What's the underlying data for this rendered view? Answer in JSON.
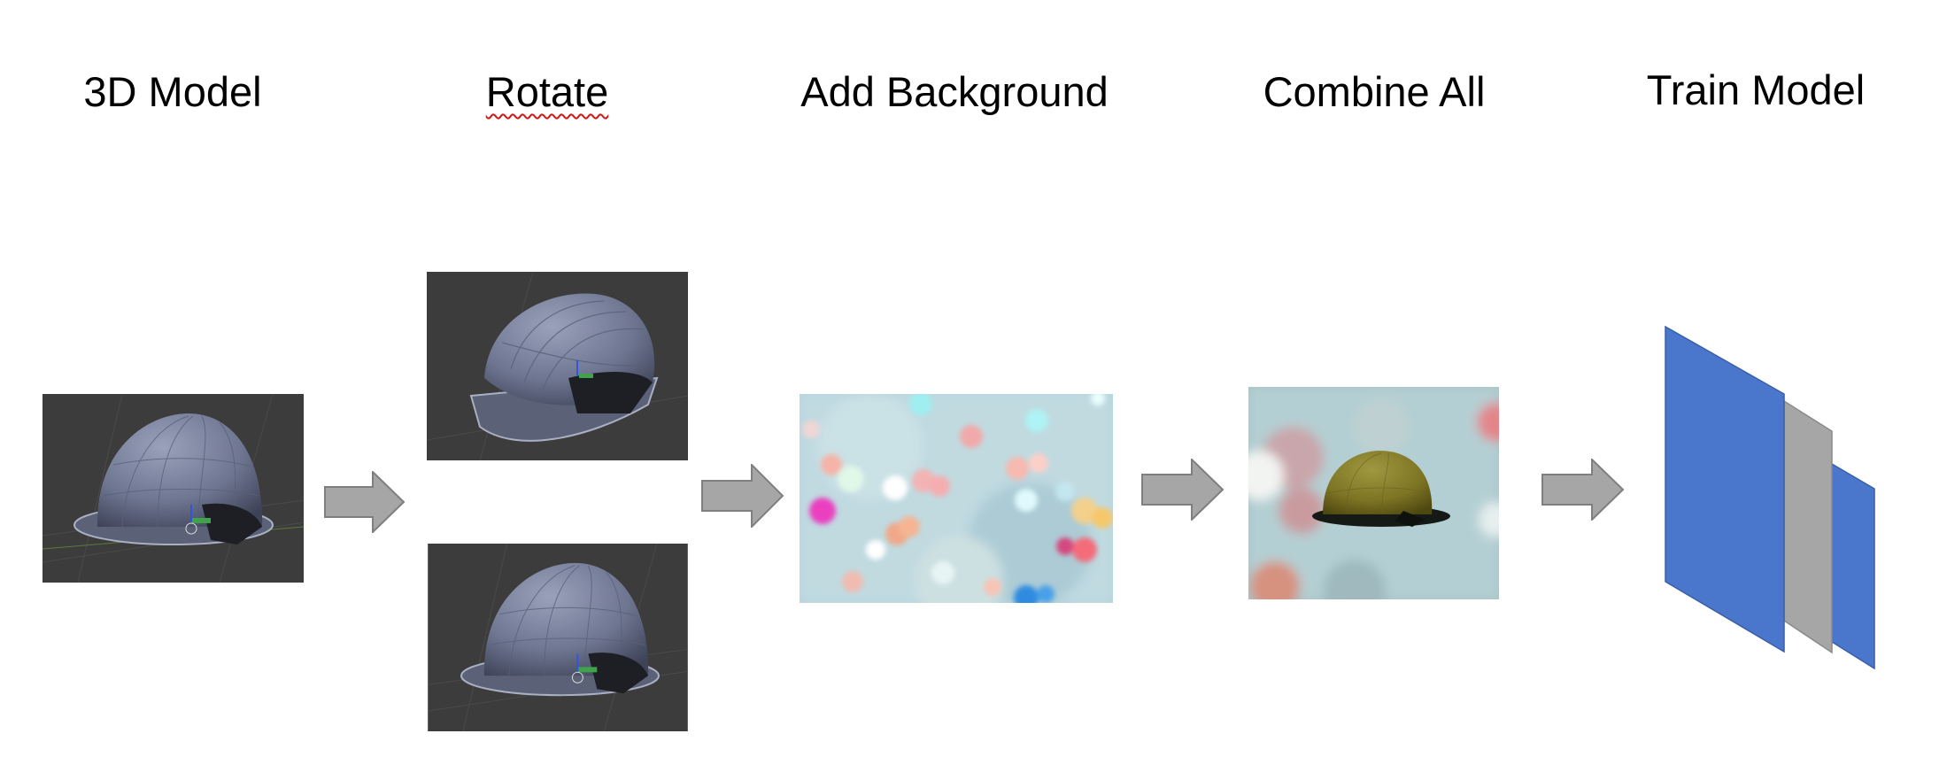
{
  "steps": [
    {
      "title": "3D Model"
    },
    {
      "title": "Rotate"
    },
    {
      "title": "Add Background"
    },
    {
      "title": "Combine All"
    },
    {
      "title": "Train Model"
    }
  ],
  "colors": {
    "arrow_fill": "#a6a6a6",
    "arrow_stroke": "#7f7f7f",
    "viewport_bg": "#3c3c3c",
    "helmet_gray": "#6e7590",
    "helmet_yellow": "#7d7424",
    "net_blue": "#4a77cc",
    "net_gray": "#a6a6a6",
    "bokeh_base": "#b7d3dc"
  },
  "icons": [
    "helmet-render",
    "bokeh-background",
    "composite-image",
    "arrow-right",
    "neural-network-layers"
  ]
}
